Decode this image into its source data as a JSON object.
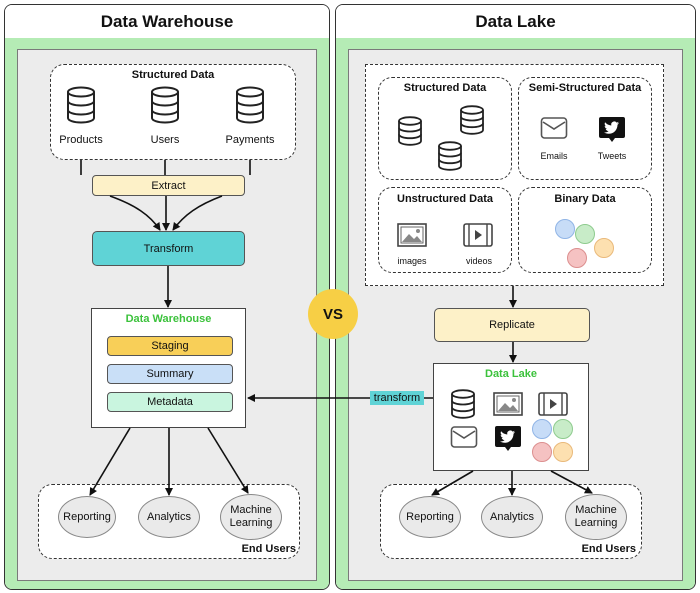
{
  "left": {
    "title": "Data Warehouse",
    "structured_title": "Structured Data",
    "sources": [
      "Products",
      "Users",
      "Payments"
    ],
    "extract": "Extract",
    "transform": "Transform",
    "warehouse_title": "Data Warehouse",
    "layers": [
      "Staging",
      "Summary",
      "Metadata"
    ],
    "end_users": [
      "Reporting",
      "Analytics",
      "Machine Learning"
    ],
    "end_users_title": "End Users"
  },
  "vs": "VS",
  "right": {
    "title": "Data Lake",
    "structured_title": "Structured Data",
    "semi_title": "Semi-Structured Data",
    "semi_items": [
      "Emails",
      "Tweets"
    ],
    "unstructured_title": "Unstructured Data",
    "unstructured_items": [
      "images",
      "videos"
    ],
    "binary_title": "Binary Data",
    "replicate": "Replicate",
    "lake_title": "Data Lake",
    "transform_tag": "transform",
    "end_users": [
      "Reporting",
      "Analytics",
      "Machine Learning"
    ],
    "end_users_title": "End Users"
  },
  "colors": {
    "frame_green": "#b5ecb5",
    "extract_fill": "#fdf1c8",
    "transform_fill": "#5fd3d6",
    "staging_fill": "#f8cf58",
    "summary_fill": "#c9dff7",
    "metadata_fill": "#c9f5df",
    "vs_fill": "#f7cf45",
    "title_green": "#3cc23c",
    "transform_tag_fill": "#5fd3d6"
  },
  "icons": [
    "database-icon",
    "mail-icon",
    "tweet-icon",
    "image-icon",
    "video-icon",
    "binary-dot-icon"
  ]
}
